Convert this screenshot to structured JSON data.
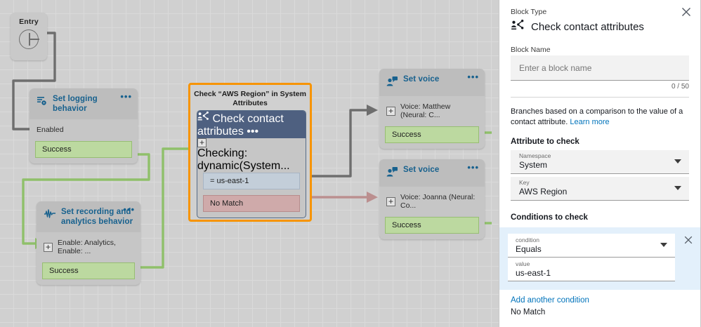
{
  "canvas": {
    "entry": {
      "label": "Entry"
    },
    "nodes": [
      {
        "title": "Set logging behavior",
        "icon": "log-settings-icon",
        "menu": "•••",
        "body": "Enabled",
        "has_plus": false,
        "branches": [
          {
            "label": "Success",
            "kind": "success"
          }
        ]
      },
      {
        "title": "Set recording and analytics behavior",
        "icon": "waveform-icon",
        "menu": "•••",
        "body": "Enable: Analytics, Enable: ...",
        "has_plus": true,
        "branches": [
          {
            "label": "Success",
            "kind": "success"
          }
        ]
      },
      {
        "title": "Set voice",
        "icon": "voice-icon",
        "menu": "•••",
        "body": "Voice: Matthew (Neural: C...",
        "has_plus": true,
        "branches": [
          {
            "label": "Success",
            "kind": "success"
          }
        ]
      },
      {
        "title": "Set voice",
        "icon": "voice-icon",
        "menu": "•••",
        "body": "Voice: Joanna (Neural: Co...",
        "has_plus": true,
        "branches": [
          {
            "label": "Success",
            "kind": "success"
          }
        ]
      }
    ],
    "selected_block": {
      "caption": "Check “AWS Region” in System Attributes",
      "title": "Check contact attributes",
      "icon": "check-contact-attributes-icon",
      "menu": "•••",
      "body": "Checking: dynamic(System...",
      "branches": [
        {
          "label": "= us-east-1",
          "kind": "neutral"
        },
        {
          "label": "No Match",
          "kind": "nomatch"
        }
      ],
      "highlight_color": "#f79400"
    },
    "colors": {
      "success_wire": "#8fc06a",
      "neutral_wire": "#6e6e6e",
      "nomatch_wire": "#bb8f8f",
      "selected_header": "#4e6080"
    }
  },
  "panel": {
    "block_type_label": "Block Type",
    "block_type_value": "Check contact attributes",
    "block_type_icon": "check-contact-attributes-icon",
    "close_icon": "close-icon",
    "block_name_label": "Block Name",
    "block_name_value": "",
    "block_name_placeholder": "Enter a block name",
    "char_count": "0 / 50",
    "description": "Branches based on a comparison to the value of a contact attribute.",
    "learn_more": "Learn more",
    "attribute_section": "Attribute to check",
    "namespace": {
      "label": "Namespace",
      "value": "System"
    },
    "key": {
      "label": "Key",
      "value": "AWS Region"
    },
    "conditions_section": "Conditions to check",
    "condition": {
      "label": "condition",
      "value": "Equals"
    },
    "value_field": {
      "label": "value",
      "value": "us-east-1"
    },
    "condition_close_icon": "close-icon",
    "add_another": "Add another condition",
    "no_match": "No Match",
    "accent": "#0073bb"
  }
}
